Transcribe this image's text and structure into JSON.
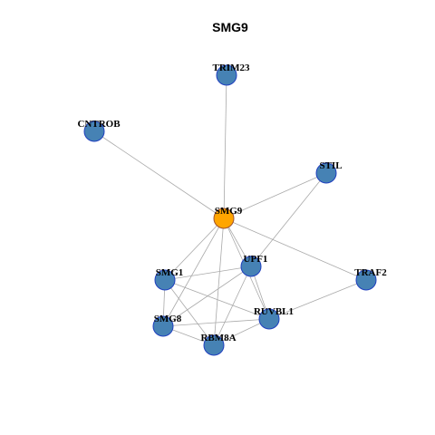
{
  "title": "SMG9",
  "focus_node": "SMG9",
  "colors": {
    "focus_fill": "#FFA500",
    "node_fill": "#4682B4",
    "node_stroke": "#1F3FBF",
    "edge": "#A9A9A9"
  },
  "nodes": [
    {
      "id": "TRIM23",
      "label": "TRIM23"
    },
    {
      "id": "CNTROB",
      "label": "CNTROB"
    },
    {
      "id": "STIL",
      "label": "STIL"
    },
    {
      "id": "SMG9",
      "label": "SMG9"
    },
    {
      "id": "UPF1",
      "label": "UPF1"
    },
    {
      "id": "SMG1",
      "label": "SMG1"
    },
    {
      "id": "TRAF2",
      "label": "TRAF2"
    },
    {
      "id": "RUVBL1",
      "label": "RUVBL1"
    },
    {
      "id": "SMG8",
      "label": "SMG8"
    },
    {
      "id": "RBM8A",
      "label": "RBM8A"
    }
  ],
  "edges": [
    [
      "SMG9",
      "TRIM23"
    ],
    [
      "SMG9",
      "CNTROB"
    ],
    [
      "SMG9",
      "STIL"
    ],
    [
      "SMG9",
      "UPF1"
    ],
    [
      "SMG9",
      "SMG1"
    ],
    [
      "SMG9",
      "TRAF2"
    ],
    [
      "SMG9",
      "RUVBL1"
    ],
    [
      "SMG9",
      "SMG8"
    ],
    [
      "SMG9",
      "RBM8A"
    ],
    [
      "STIL",
      "UPF1"
    ],
    [
      "UPF1",
      "SMG1"
    ],
    [
      "UPF1",
      "SMG8"
    ],
    [
      "UPF1",
      "RUVBL1"
    ],
    [
      "UPF1",
      "RBM8A"
    ],
    [
      "SMG1",
      "SMG8"
    ],
    [
      "SMG1",
      "RUVBL1"
    ],
    [
      "SMG1",
      "RBM8A"
    ],
    [
      "SMG8",
      "RUVBL1"
    ],
    [
      "SMG8",
      "RBM8A"
    ],
    [
      "RBM8A",
      "RUVBL1"
    ],
    [
      "RUVBL1",
      "TRAF2"
    ]
  ]
}
